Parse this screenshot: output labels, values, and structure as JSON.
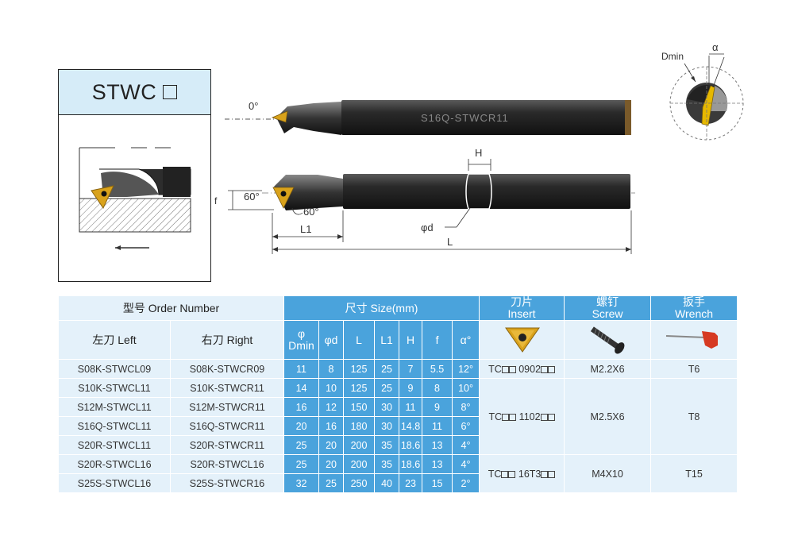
{
  "product": {
    "title": "STWC"
  },
  "drawing": {
    "tool_marking": "S16Q-STWCR11",
    "labels": {
      "angle_zero": "0°",
      "angle_60_left": "60°",
      "angle_60_right": "60°",
      "f": "f",
      "H": "H",
      "phi_d": "φd",
      "L1": "L1",
      "L": "L",
      "dmin": "Dmin",
      "alpha": "α"
    }
  },
  "table": {
    "header": {
      "order_number": "型号 Order Number",
      "size": "尺寸 Size(mm)",
      "insert_cn": "刀片",
      "insert_en": "Insert",
      "screw_cn": "螺钉",
      "screw_en": "Screw",
      "wrench_cn": "扳手",
      "wrench_en": "Wrench",
      "left": "左刀 Left",
      "right": "右刀 Right",
      "phi": "φ",
      "dmin": "Dmin",
      "phid": "φd",
      "L": "L",
      "L1": "L1",
      "H": "H",
      "f": "f",
      "alpha": "α°"
    },
    "rows": [
      {
        "left": "S08K-STWCL09",
        "right": "S08K-STWCR09",
        "dmin": "11",
        "d": "8",
        "L": "125",
        "L1": "25",
        "H": "7",
        "f": "5.5",
        "a": "12°"
      },
      {
        "left": "S10K-STWCL11",
        "right": "S10K-STWCR11",
        "dmin": "14",
        "d": "10",
        "L": "125",
        "L1": "25",
        "H": "9",
        "f": "8",
        "a": "10°"
      },
      {
        "left": "S12M-STWCL11",
        "right": "S12M-STWCR11",
        "dmin": "16",
        "d": "12",
        "L": "150",
        "L1": "30",
        "H": "11",
        "f": "9",
        "a": "8°"
      },
      {
        "left": "S16Q-STWCL11",
        "right": "S16Q-STWCR11",
        "dmin": "20",
        "d": "16",
        "L": "180",
        "L1": "30",
        "H": "14.8",
        "f": "11",
        "a": "6°"
      },
      {
        "left": "S20R-STWCL11",
        "right": "S20R-STWCR11",
        "dmin": "25",
        "d": "20",
        "L": "200",
        "L1": "35",
        "H": "18.6",
        "f": "13",
        "a": "4°"
      },
      {
        "left": "S20R-STWCL16",
        "right": "S20R-STWCL16",
        "dmin": "25",
        "d": "20",
        "L": "200",
        "L1": "35",
        "H": "18.6",
        "f": "13",
        "a": "4°"
      },
      {
        "left": "S25S-STWCL16",
        "right": "S25S-STWCR16",
        "dmin": "32",
        "d": "25",
        "L": "250",
        "L1": "40",
        "H": "23",
        "f": "15",
        "a": "2°"
      }
    ],
    "groups": [
      {
        "insert_prefix": "TC",
        "insert_code": "0902",
        "screw": "M2.2X6",
        "wrench": "T6"
      },
      {
        "insert_prefix": "TC",
        "insert_code": "1102",
        "screw": "M2.5X6",
        "wrench": "T8"
      },
      {
        "insert_prefix": "TC",
        "insert_code": "16T3",
        "screw": "M4X10",
        "wrench": "T15"
      }
    ]
  },
  "colors": {
    "header_blue": "#4aa3dc",
    "light_blue": "#e4f1fa",
    "insert_gold": "#d9a21b",
    "wrench_red": "#d63a22"
  }
}
